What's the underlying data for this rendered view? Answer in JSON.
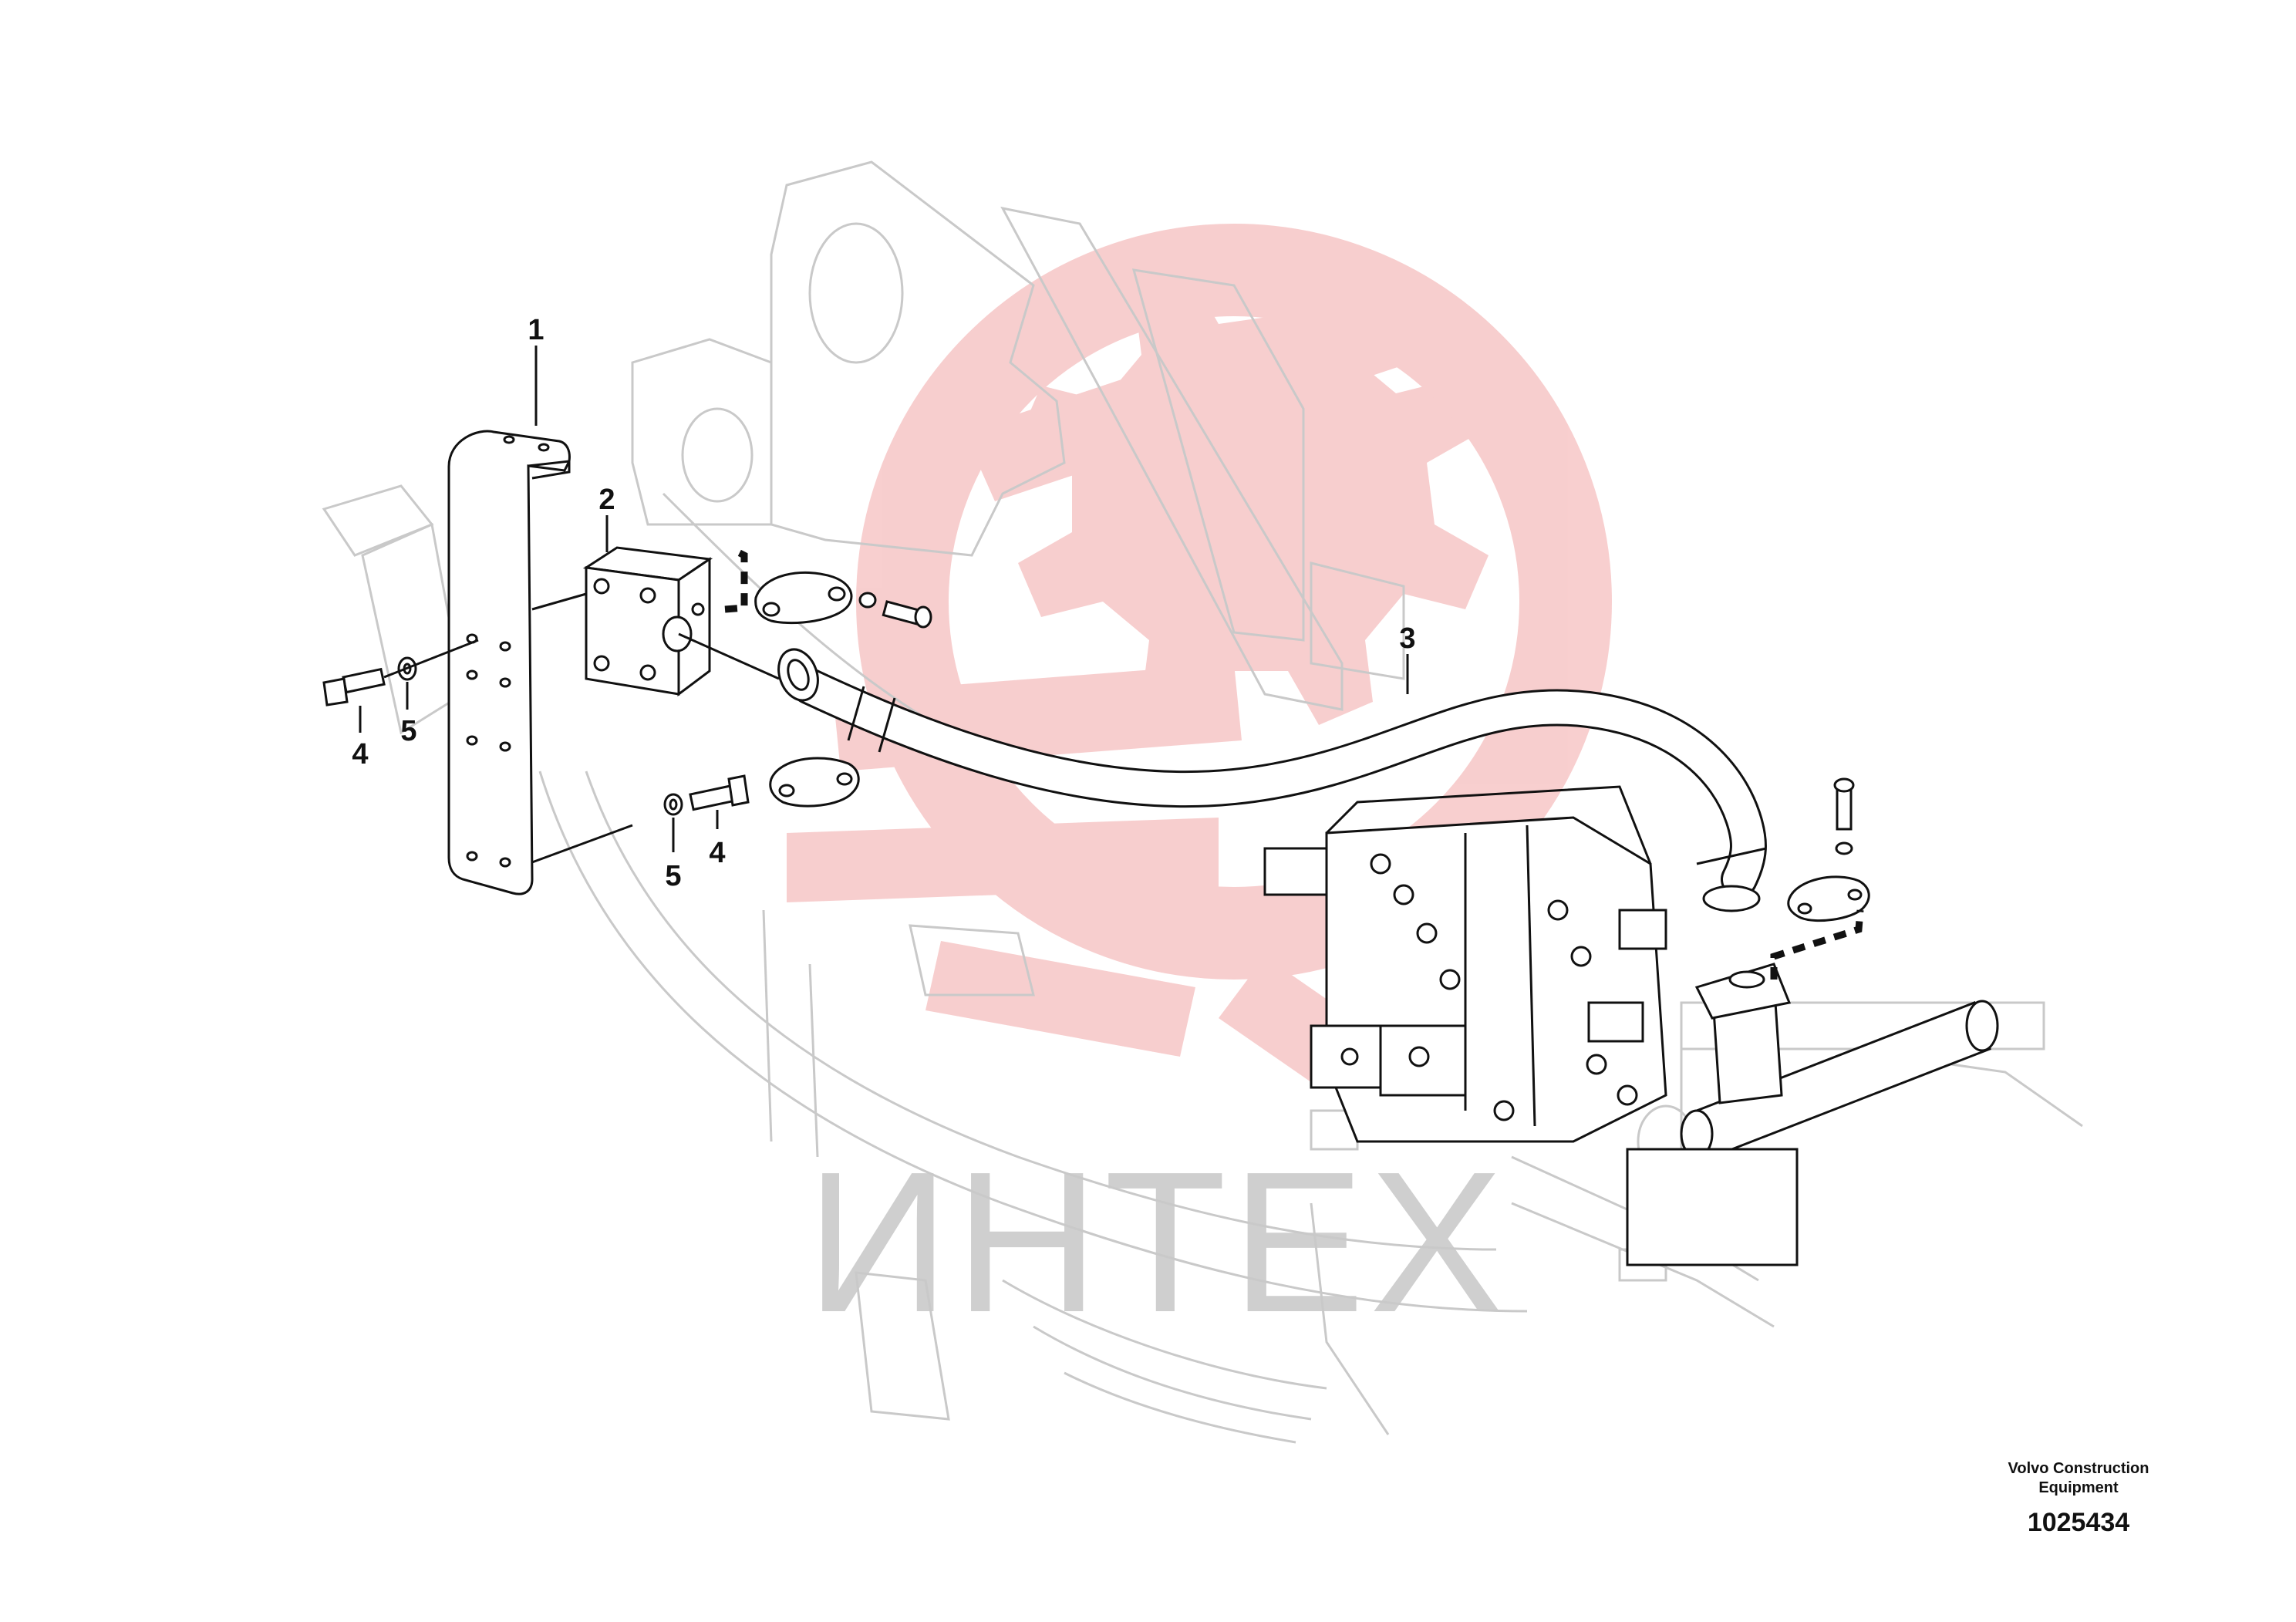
{
  "callouts": [
    {
      "id": "1",
      "label": "1"
    },
    {
      "id": "2",
      "label": "2"
    },
    {
      "id": "3",
      "label": "3"
    },
    {
      "id": "4a",
      "label": "4"
    },
    {
      "id": "5a",
      "label": "5"
    },
    {
      "id": "5b",
      "label": "5"
    },
    {
      "id": "4b",
      "label": "4"
    }
  ],
  "footer": {
    "company_line1": "Volvo Construction",
    "company_line2": "Equipment",
    "drawing_number": "1025434"
  },
  "watermark": {
    "text": "ИНТЕХ",
    "color": "#f3b8b8"
  },
  "colors": {
    "ink": "#111111",
    "background_parts": "#c9c9c9"
  }
}
